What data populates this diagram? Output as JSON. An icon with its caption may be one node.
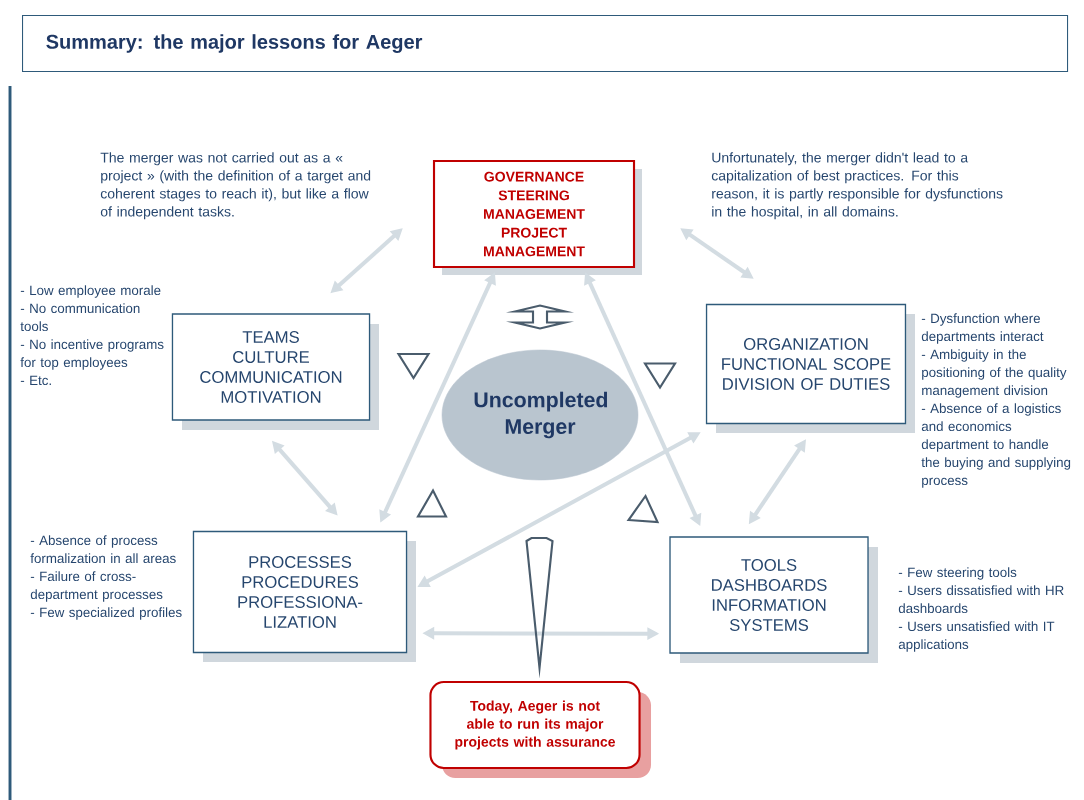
{
  "diagram": {
    "title": "Summary: the major lessons for Aeger",
    "nodes": [
      {
        "text": [
          "GOVERNANCE",
          "STEERING",
          "MANAGEMENT",
          "PROJECT",
          "MANAGEMENT"
        ]
      },
      {
        "text": [
          "TEAMS",
          "CULTURE",
          "COMMUNICATION",
          "MOTIVATION"
        ],
        "beside": [
          "- Low employee morale",
          "- No communication tools",
          "- No incentive programs for top employees",
          "- Etc."
        ]
      },
      {
        "text": [
          "ORGANIZATION",
          "FUNCTIONAL  SCOPE",
          "DIVISION OF DUTIES"
        ],
        "beside": [
          "- Dysfunction where departments interact",
          "- Ambiguity in the positioning of the quality management division",
          "- Absence of a logistics and economics department to handle the buying and supplying process"
        ]
      },
      {
        "text": [
          "Uncompleted Merger"
        ]
      },
      {
        "text": [
          "PROCESSES",
          "PROCEDURES",
          "PROFESSIONA- LIZATION"
        ],
        "beside": [
          "- Absence of process formalization in all areas",
          "- Failure of cross-department processes",
          "- Few specialized profiles"
        ]
      },
      {
        "text": [
          "TOOLS",
          "DASHBOARDS",
          "INFORMATION",
          "SYSTEMS"
        ],
        "beside": [
          "- Few steering tools",
          "- Users dissatisfied with HR dashboards",
          "- Users unsatisfied with IT applications"
        ]
      },
      {
        "text": [
          "Today, Aeger is not able to run its major projects with assurance"
        ]
      }
    ],
    "edges": [
      {
        "from": 1,
        "to": 0,
        "arrow": "both"
      },
      {
        "from": 0,
        "to": 2,
        "arrow": "both"
      },
      {
        "from": 1,
        "to": 4,
        "arrow": "both"
      },
      {
        "from": 2,
        "to": 5,
        "arrow": "both"
      },
      {
        "from": 4,
        "to": 5,
        "arrow": "both"
      },
      {
        "from": 4,
        "to": 0,
        "arrow": "both"
      },
      {
        "from": 0,
        "to": 5,
        "arrow": "both"
      },
      {
        "from": 4,
        "to": 2,
        "arrow": "both"
      },
      {
        "from": 3,
        "to": 1,
        "arrow": "both"
      },
      {
        "from": 3,
        "to": 2,
        "arrow": "both"
      },
      {
        "from": 3,
        "to": 4,
        "arrow": "both"
      },
      {
        "from": 3,
        "to": 5,
        "arrow": "both"
      },
      {
        "from": 0,
        "to": 3,
        "arrow": "both"
      },
      {
        "from": 3,
        "to": 6,
        "arrow": "to"
      }
    ],
    "labels": [
      "The merger was not carried out as a « project » (with the definition of a target and coherent stages to reach it), but like a flow of independent tasks.",
      "Unfortunately, the merger didn't  lead to a capitalization of best practices. For this reason, it is partly responsible for dysfunctions in the hospital, in all domains."
    ]
  }
}
